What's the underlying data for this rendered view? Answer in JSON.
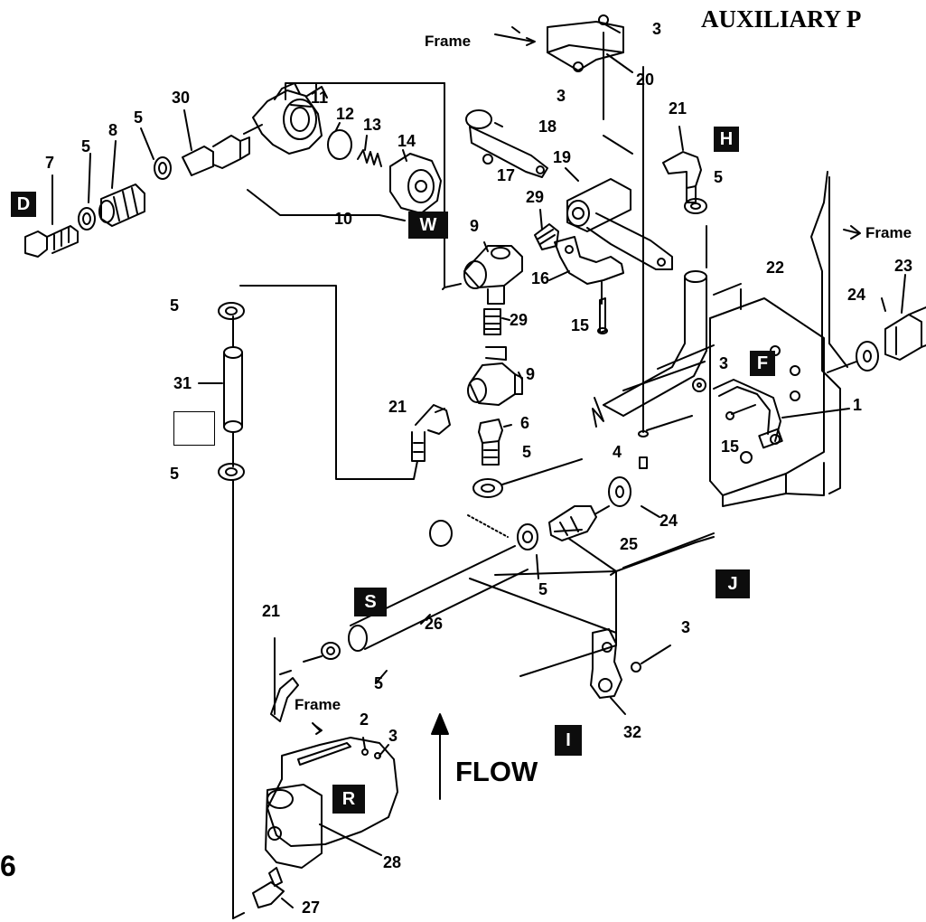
{
  "title": "AUXILIARY P",
  "page_fragment": "6",
  "flow_label": "FLOW",
  "frame_label": "Frame",
  "callouts": {
    "D": "D",
    "W": "W",
    "H": "H",
    "F": "F",
    "J": "J",
    "S": "S",
    "I": "I",
    "R": "R"
  },
  "parts": {
    "p1": "1",
    "p2": "2",
    "p3": "3",
    "p4": "4",
    "p5": "5",
    "p6": "6",
    "p7": "7",
    "p8": "8",
    "p9": "9",
    "p10": "10",
    "p11": "11",
    "p12": "12",
    "p13": "13",
    "p14": "14",
    "p15": "15",
    "p16": "16",
    "p17": "17",
    "p18": "18",
    "p19": "19",
    "p20": "20",
    "p21": "21",
    "p22": "22",
    "p23": "23",
    "p24": "24",
    "p25": "25",
    "p26": "26",
    "p27": "27",
    "p28": "28",
    "p29": "29",
    "p30": "30",
    "p31": "31",
    "p32": "32"
  }
}
